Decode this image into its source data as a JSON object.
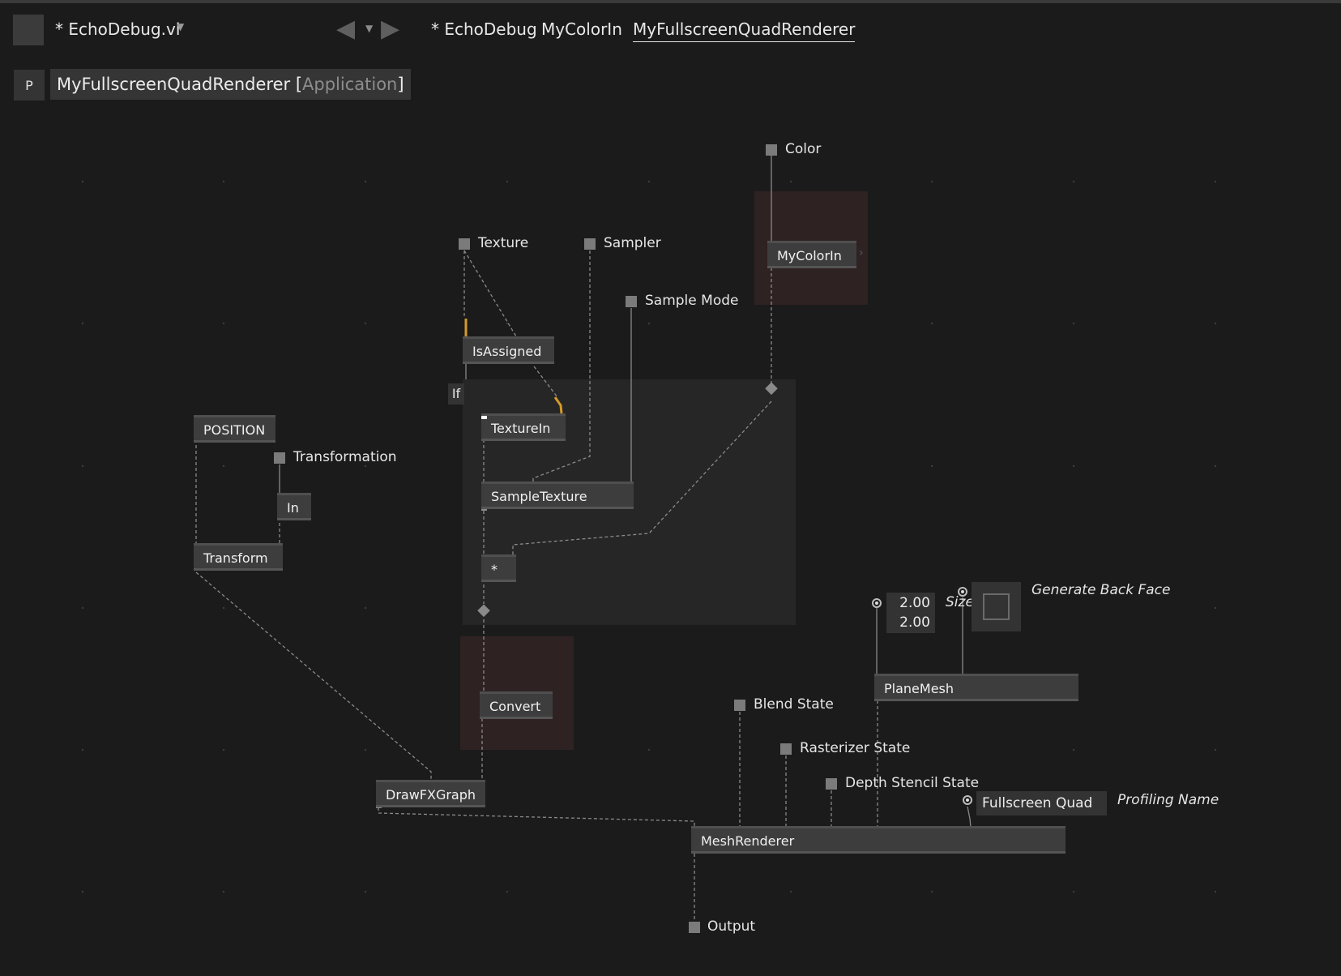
{
  "header": {
    "document_title": "* EchoDebug.vl",
    "tabs": [
      {
        "label": "* EchoDebug"
      },
      {
        "label": "MyColorIn"
      },
      {
        "label": "MyFullscreenQuadRenderer",
        "active": true
      }
    ]
  },
  "patch": {
    "badge": "P",
    "name": "MyFullscreenQuadRenderer",
    "bracket_open": " [",
    "category": "Application",
    "bracket_close": "]"
  },
  "pads": {
    "color": "Color",
    "texture": "Texture",
    "sampler": "Sampler",
    "sample_mode": "Sample Mode",
    "transformation": "Transformation",
    "blend_state": "Blend State",
    "rasterizer_state": "Rasterizer State",
    "depth_stencil_state": "Depth Stencil State",
    "output": "Output"
  },
  "nodes": {
    "mycolorin": "MyColorIn",
    "isassigned": "IsAssigned",
    "if": "If",
    "texturein": "TextureIn",
    "sampletexture": "SampleTexture",
    "multiply": "*",
    "convert": "Convert",
    "position": "POSITION",
    "in": "In",
    "transform": "Transform",
    "drawfxgraph": "DrawFXGraph",
    "planemesh": "PlaneMesh",
    "meshrenderer": "MeshRenderer"
  },
  "iobox": {
    "size_x": "2.00",
    "size_y": "2.00",
    "size_label": "Size",
    "generate_back_face_label": "Generate Back Face",
    "profiling_name_value": "Fullscreen Quad",
    "profiling_name_label": "Profiling Name"
  },
  "colors": {
    "background": "#1b1b1b",
    "node": "#3d3d3d",
    "region_if": "#262626",
    "region_red": "#2f2222",
    "link": "#8a8a8a",
    "link_orange": "#d49a2a"
  }
}
